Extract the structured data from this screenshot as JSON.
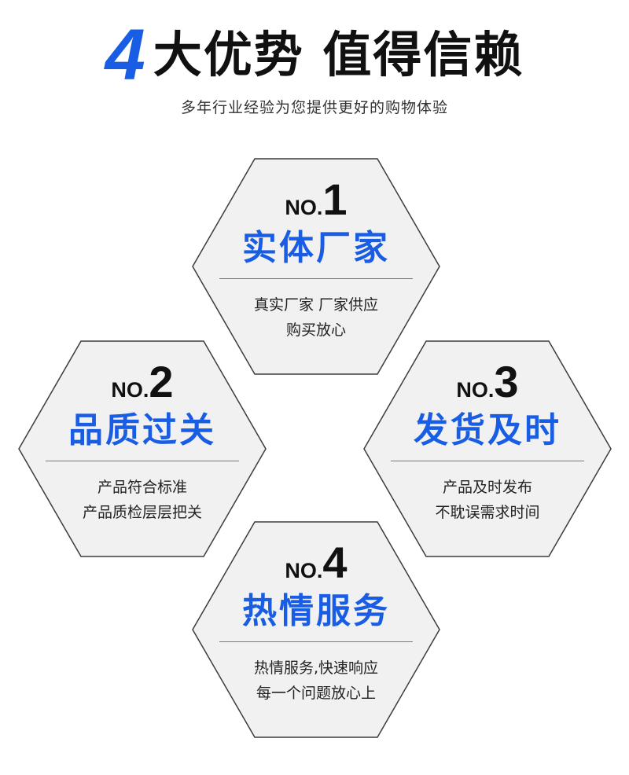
{
  "header": {
    "number": "4",
    "title": "大优势 值得信赖",
    "subtitle": "多年行业经验为您提供更好的购物体验"
  },
  "colors": {
    "accent": "#1a5de5",
    "hex_fill": "#f1f1f1",
    "hex_stroke": "#3c3c3c"
  },
  "advantages": [
    {
      "prefix": "NO.",
      "number": "1",
      "name": "实体厂家",
      "desc_line1": "真实厂家 厂家供应",
      "desc_line2": "购买放心"
    },
    {
      "prefix": "NO.",
      "number": "2",
      "name": "品质过关",
      "desc_line1": "产品符合标准",
      "desc_line2": "产品质检层层把关"
    },
    {
      "prefix": "NO.",
      "number": "3",
      "name": "发货及时",
      "desc_line1": "产品及时发布",
      "desc_line2": "不耽误需求时间"
    },
    {
      "prefix": "NO.",
      "number": "4",
      "name": "热情服务",
      "desc_line1": "热情服务,快速响应",
      "desc_line2": "每一个问题放心上"
    }
  ]
}
